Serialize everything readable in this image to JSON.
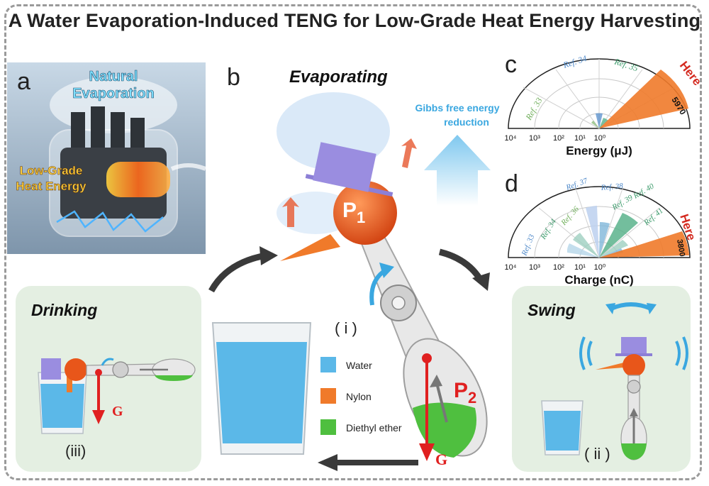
{
  "title": "A Water Evaporation-Induced TENG for Low-Grade Heat Energy Harvesting",
  "panel_labels": {
    "a": "a",
    "b": "b",
    "c": "c",
    "d": "d"
  },
  "panel_a": {
    "natural_line1": "Natural",
    "natural_line2": "Evaporation",
    "heat_line1": "Low-Grade",
    "heat_line2": "Heat Energy"
  },
  "panel_b": {
    "evaporating": "Evaporating",
    "gibbs_line1": "Gibbs free energy",
    "gibbs_line2": "reduction",
    "p1": "P",
    "p1_sub": "1",
    "p2": "P",
    "p2_sub": "2",
    "g": "G",
    "stage_i": "( i )",
    "legend": [
      {
        "label": "Water",
        "color": "#5bb8e8"
      },
      {
        "label": "Nylon",
        "color": "#f07a2a"
      },
      {
        "label": "Diethyl ether",
        "color": "#4fbf3f"
      }
    ]
  },
  "drinking": {
    "title": "Drinking",
    "stage": "(iii)",
    "g": "G"
  },
  "swing": {
    "title": "Swing",
    "stage": "( ii )"
  },
  "panel_c": {
    "xlabel": "Energy (μJ)",
    "ticks": [
      "10⁴",
      "10³",
      "10²",
      "10¹",
      "10⁰"
    ],
    "refs": [
      "Ref. 33",
      "Ref. 34",
      "Ref. 35"
    ],
    "here": "Here",
    "value_label": "5970"
  },
  "panel_d": {
    "xlabel": "Charge (nC)",
    "ticks": [
      "10⁴",
      "10³",
      "10²",
      "10¹",
      "10⁰"
    ],
    "refs": [
      "Ref. 33",
      "Ref. 34",
      "Ref. 36",
      "Ref. 37",
      "Ref. 38",
      "Ref. 39",
      "Ref. 40",
      "Ref. 41"
    ],
    "here": "Here",
    "value_label": "3800"
  },
  "colors": {
    "orange": "#f07a2a",
    "red": "#e02020",
    "water": "#5bb8e8",
    "ether": "#4fbf3f",
    "purple": "#8c7fd6",
    "panel_bg": "#e4efe2"
  }
}
